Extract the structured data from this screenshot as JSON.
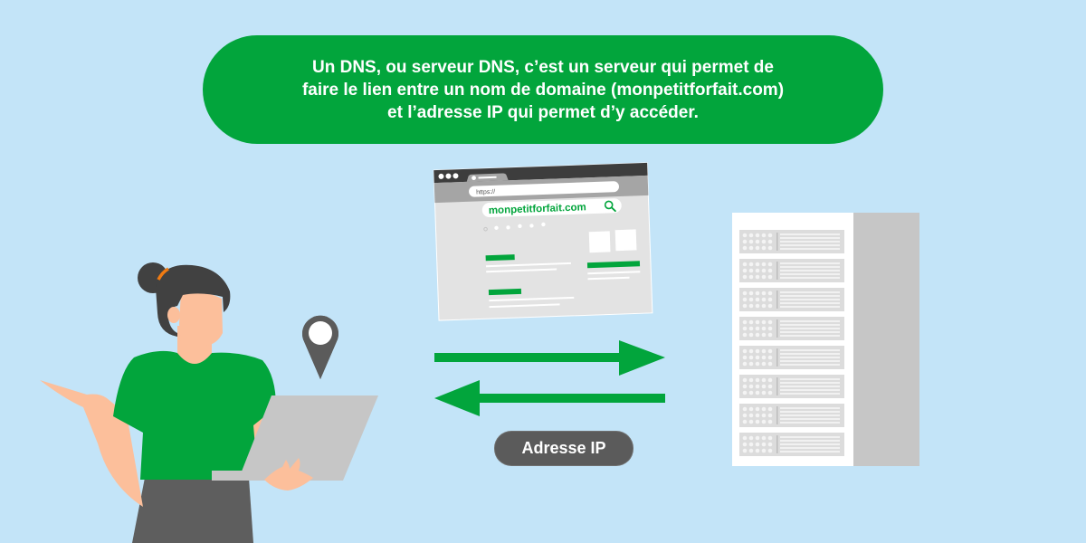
{
  "header": {
    "lines": [
      "Un DNS, ou serveur DNS, c’est un serveur qui permet de",
      "faire le lien entre un nom de domaine (monpetitforfait.com)",
      "et l’adresse IP qui permet d’y accéder."
    ]
  },
  "browser": {
    "address_bar": "https://",
    "search_text": "monpetitforfait.com",
    "icons": [
      "window-dots-icon",
      "search-icon"
    ]
  },
  "server": {
    "rack_units": 8
  },
  "arrows": {
    "request_direction": "right",
    "response_direction": "left"
  },
  "response_label": "Adresse IP",
  "colors": {
    "background": "#c3e4f8",
    "brand_green": "#02a53c",
    "dark_gray": "#5b5b5b",
    "light_gray": "#c6c6c6",
    "skin": "#fcbf9b",
    "hair": "#414141"
  }
}
